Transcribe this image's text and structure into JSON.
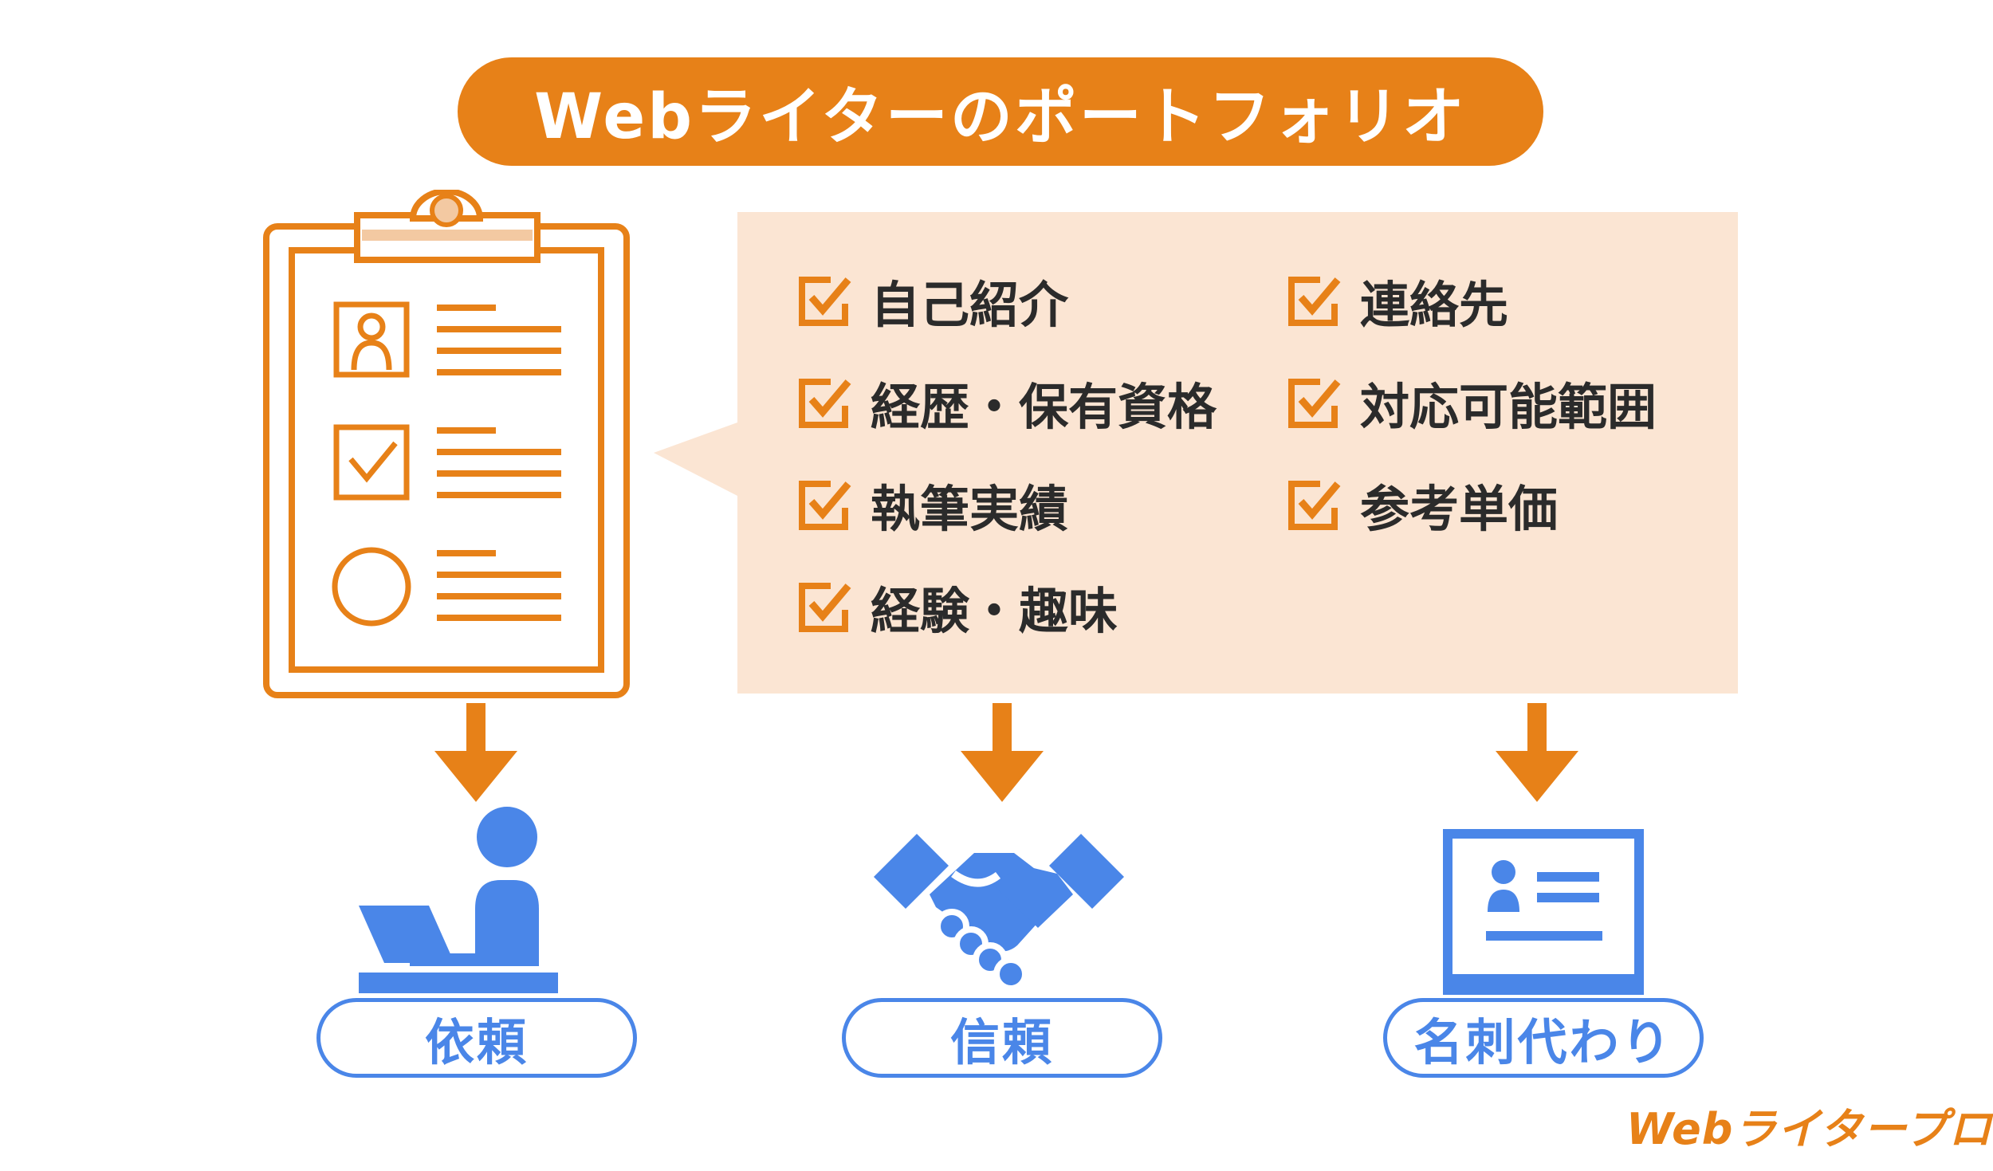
{
  "title": "Webライターのポートフォリオ",
  "checklist": {
    "left": [
      "自己紹介",
      "経歴・保有資格",
      "執筆実績",
      "経験・趣味"
    ],
    "right": [
      "連絡先",
      "対応可能範囲",
      "参考単価"
    ]
  },
  "outcomes": [
    {
      "label": "依頼",
      "icon": "person-at-laptop-icon"
    },
    {
      "label": "信頼",
      "icon": "handshake-icon"
    },
    {
      "label": "名刺代わり",
      "icon": "id-card-icon"
    }
  ],
  "watermark": "Webライタープロ",
  "colors": {
    "accent_orange": "#E78118",
    "panel_peach": "#FBE5D3",
    "accent_blue": "#4A86E8",
    "text_dark": "#2b2b2b"
  }
}
